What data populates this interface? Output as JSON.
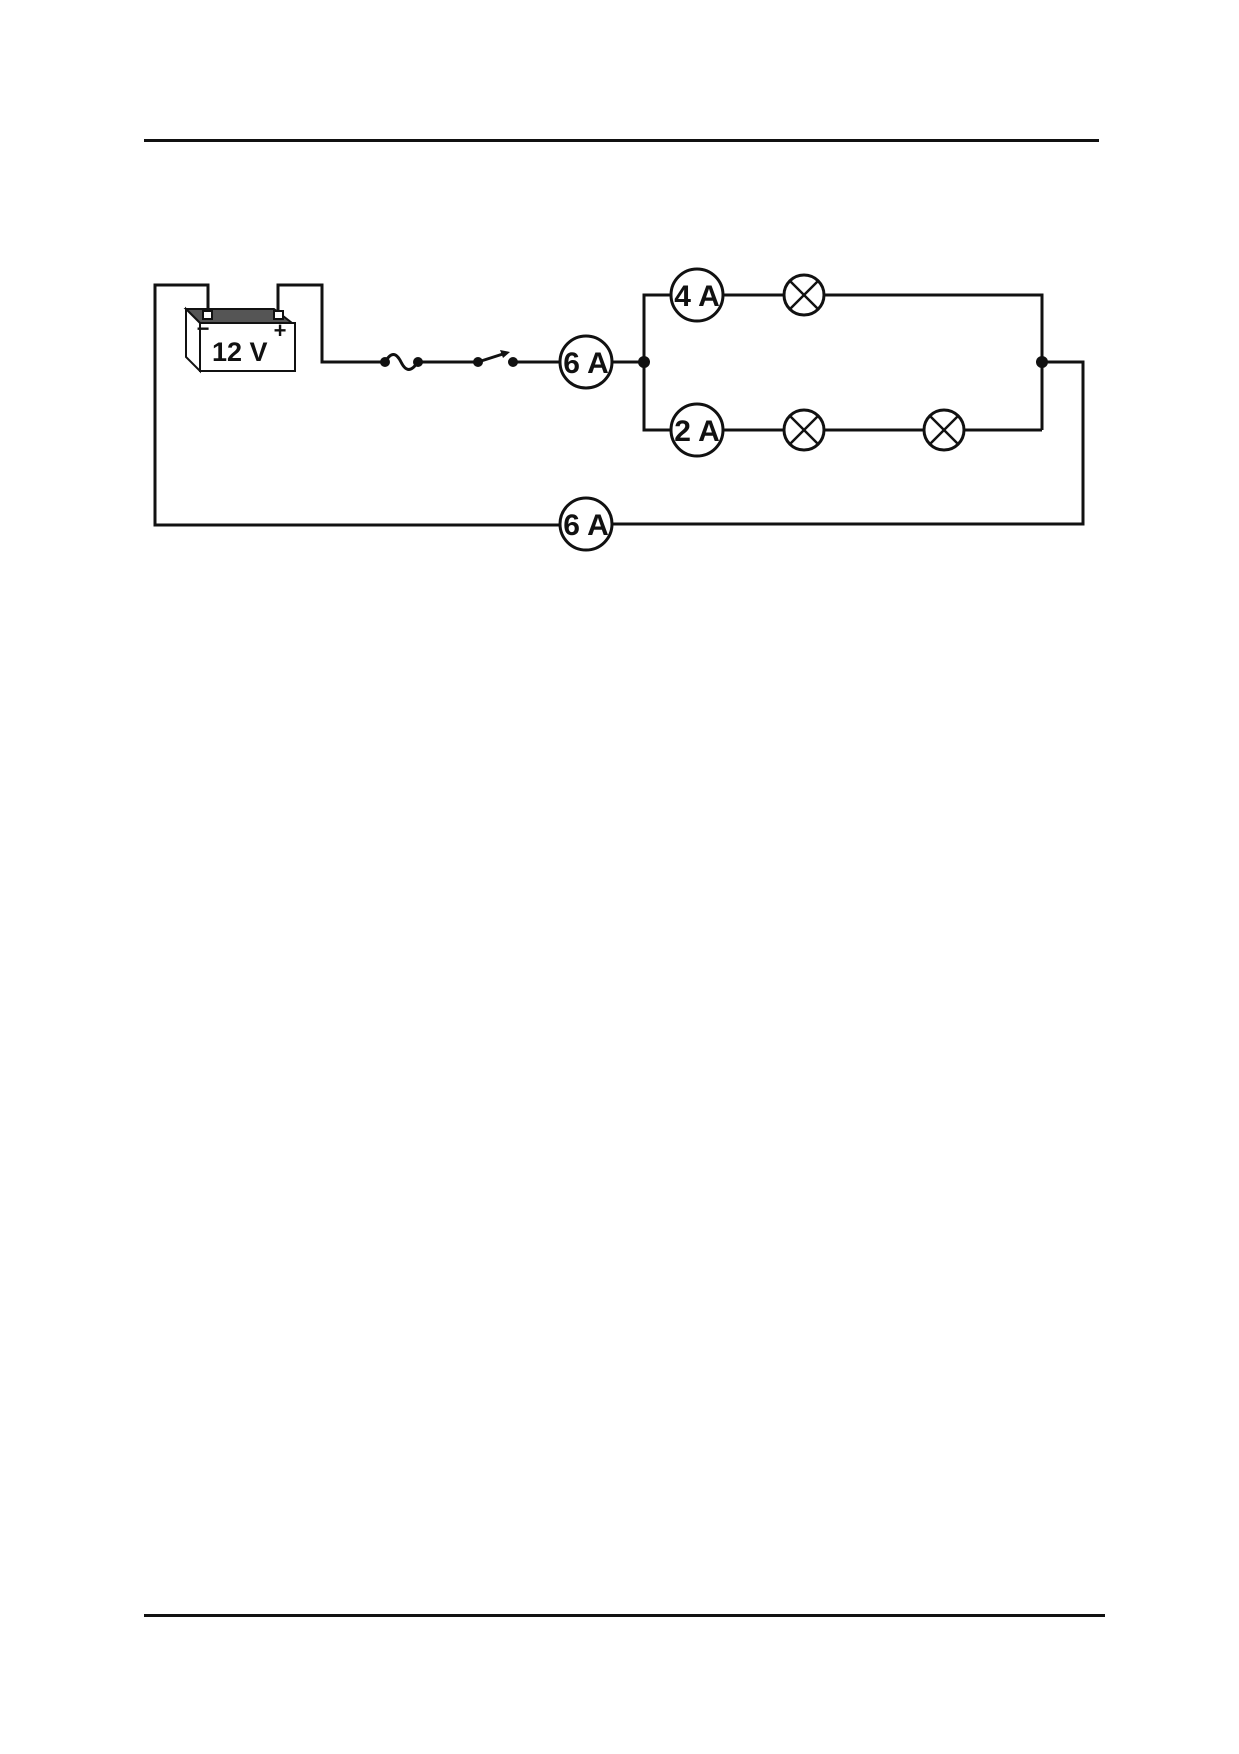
{
  "battery": {
    "voltage_label": "12 V",
    "negative_sign": "−",
    "positive_sign": "+"
  },
  "ammeters": {
    "main_supply": {
      "reading": "6 A"
    },
    "upper_branch": {
      "reading": "4 A"
    },
    "lower_branch": {
      "reading": "2 A"
    },
    "return_line": {
      "reading": "6 A"
    }
  },
  "colors": {
    "ink": "#111111",
    "battery_top": "#555555",
    "paper": "#ffffff"
  }
}
